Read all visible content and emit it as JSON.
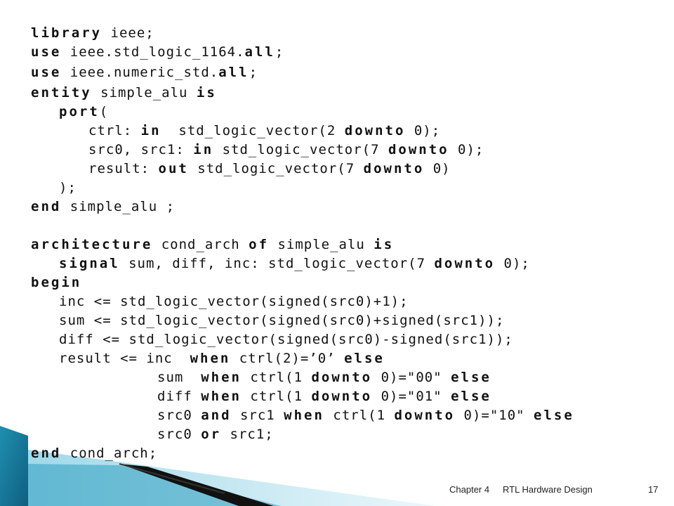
{
  "code_lines": [
    {
      "indent": 0,
      "tokens": [
        [
          "kw",
          "library"
        ],
        [
          "tx",
          " ieee;"
        ]
      ]
    },
    {
      "indent": 0,
      "tokens": [
        [
          "kw",
          "use"
        ],
        [
          "tx",
          " ieee.std_logic_1164."
        ],
        [
          "kw",
          "all"
        ],
        [
          "tx",
          ";"
        ]
      ]
    },
    {
      "indent": 0,
      "tokens": [
        [
          "kw",
          "use"
        ],
        [
          "tx",
          " ieee.numeric_std."
        ],
        [
          "kw",
          "all"
        ],
        [
          "tx",
          ";"
        ]
      ]
    },
    {
      "indent": 0,
      "tokens": [
        [
          "kw",
          "entity"
        ],
        [
          "tx",
          " simple_alu "
        ],
        [
          "kw",
          "is"
        ]
      ]
    },
    {
      "indent": 1,
      "tokens": [
        [
          "kw",
          "port"
        ],
        [
          "tx",
          "("
        ]
      ]
    },
    {
      "indent": 2,
      "tokens": [
        [
          "tx",
          "ctrl: "
        ],
        [
          "kw",
          "in"
        ],
        [
          "tx",
          "  std_logic_vector(2 "
        ],
        [
          "kw",
          "downto"
        ],
        [
          "tx",
          " 0);"
        ]
      ]
    },
    {
      "indent": 2,
      "tokens": [
        [
          "tx",
          "src0, src1: "
        ],
        [
          "kw",
          "in"
        ],
        [
          "tx",
          " std_logic_vector(7 "
        ],
        [
          "kw",
          "downto"
        ],
        [
          "tx",
          " 0);"
        ]
      ]
    },
    {
      "indent": 2,
      "tokens": [
        [
          "tx",
          "result: "
        ],
        [
          "kw",
          "out"
        ],
        [
          "tx",
          " std_logic_vector(7 "
        ],
        [
          "kw",
          "downto"
        ],
        [
          "tx",
          " 0)"
        ]
      ]
    },
    {
      "indent": 1,
      "tokens": [
        [
          "tx",
          ");"
        ]
      ]
    },
    {
      "indent": 0,
      "tokens": [
        [
          "kw",
          "end"
        ],
        [
          "tx",
          " simple_alu ;"
        ]
      ]
    },
    {
      "indent": 0,
      "tokens": []
    },
    {
      "indent": 0,
      "tokens": [
        [
          "kw",
          "architecture"
        ],
        [
          "tx",
          " cond_arch "
        ],
        [
          "kw",
          "of"
        ],
        [
          "tx",
          " simple_alu "
        ],
        [
          "kw",
          "is"
        ]
      ]
    },
    {
      "indent": 1,
      "tokens": [
        [
          "kw",
          "signal"
        ],
        [
          "tx",
          " sum, diff, inc: std_logic_vector(7 "
        ],
        [
          "kw",
          "downto"
        ],
        [
          "tx",
          " 0);"
        ]
      ]
    },
    {
      "indent": 0,
      "tokens": [
        [
          "kw",
          "begin"
        ]
      ]
    },
    {
      "indent": 1,
      "tokens": [
        [
          "tx",
          "inc <= std_logic_vector(signed(src0)+1);"
        ]
      ]
    },
    {
      "indent": 1,
      "tokens": [
        [
          "tx",
          "sum <= std_logic_vector(signed(src0)+signed(src1));"
        ]
      ]
    },
    {
      "indent": 1,
      "tokens": [
        [
          "tx",
          "diff <= std_logic_vector(signed(src0)-signed(src1));"
        ]
      ]
    },
    {
      "indent": 1,
      "tokens": [
        [
          "tx",
          "result <= inc  "
        ],
        [
          "kw",
          "when"
        ],
        [
          "tx",
          " ctrl(2)=’0’ "
        ],
        [
          "kw",
          "else"
        ]
      ]
    },
    {
      "indent": 3,
      "tokens": [
        [
          "tx",
          "sum  "
        ],
        [
          "kw",
          "when"
        ],
        [
          "tx",
          " ctrl(1 "
        ],
        [
          "kw",
          "downto"
        ],
        [
          "tx",
          " 0)=\"00\" "
        ],
        [
          "kw",
          "else"
        ]
      ]
    },
    {
      "indent": 3,
      "tokens": [
        [
          "tx",
          "diff "
        ],
        [
          "kw",
          "when"
        ],
        [
          "tx",
          " ctrl(1 "
        ],
        [
          "kw",
          "downto"
        ],
        [
          "tx",
          " 0)=\"01\" "
        ],
        [
          "kw",
          "else"
        ]
      ]
    },
    {
      "indent": 3,
      "tokens": [
        [
          "tx",
          "src0 "
        ],
        [
          "kw",
          "and"
        ],
        [
          "tx",
          " src1 "
        ],
        [
          "kw",
          "when"
        ],
        [
          "tx",
          " ctrl(1 "
        ],
        [
          "kw",
          "downto"
        ],
        [
          "tx",
          " 0)=\"10\" "
        ],
        [
          "kw",
          "else"
        ]
      ]
    },
    {
      "indent": 3,
      "tokens": [
        [
          "tx",
          "src0 "
        ],
        [
          "kw",
          "or"
        ],
        [
          "tx",
          " src1;"
        ]
      ]
    },
    {
      "indent": 0,
      "tokens": [
        [
          "kw",
          "end"
        ],
        [
          "tx",
          " cond_arch;"
        ]
      ]
    }
  ],
  "footer": {
    "chapter": "Chapter 4",
    "title": "RTL Hardware Design",
    "page": "17"
  }
}
